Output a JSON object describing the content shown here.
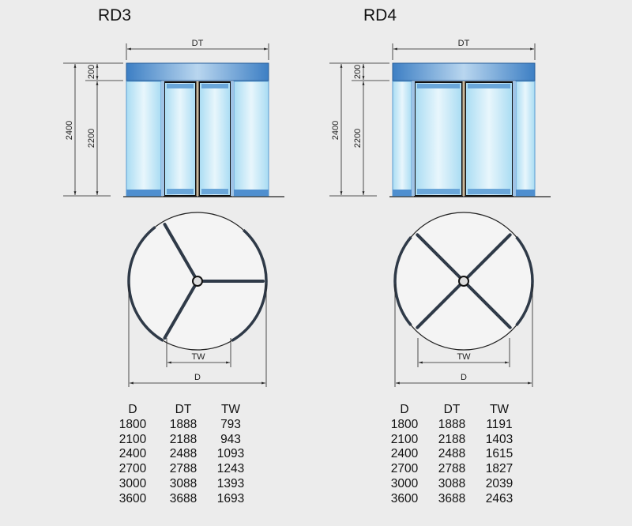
{
  "models": [
    {
      "title": "RD3",
      "wings": 3,
      "labels": {
        "dt": "DT",
        "h_total": "2400",
        "h_top": "200",
        "h_door": "2200",
        "tw": "TW",
        "d": "D"
      },
      "table": {
        "headers": [
          "D",
          "DT",
          "TW"
        ],
        "rows": [
          [
            "1800",
            "1888",
            "793"
          ],
          [
            "2100",
            "2188",
            "943"
          ],
          [
            "2400",
            "2488",
            "1093"
          ],
          [
            "2700",
            "2788",
            "1243"
          ],
          [
            "3000",
            "3088",
            "1393"
          ],
          [
            "3600",
            "3688",
            "1693"
          ]
        ]
      }
    },
    {
      "title": "RD4",
      "wings": 4,
      "labels": {
        "dt": "DT",
        "h_total": "2400",
        "h_top": "200",
        "h_door": "2200",
        "tw": "TW",
        "d": "D"
      },
      "table": {
        "headers": [
          "D",
          "DT",
          "TW"
        ],
        "rows": [
          [
            "1800",
            "1888",
            "1191"
          ],
          [
            "2100",
            "2188",
            "1403"
          ],
          [
            "2400",
            "2488",
            "1615"
          ],
          [
            "2700",
            "2788",
            "1827"
          ],
          [
            "3000",
            "3088",
            "2039"
          ],
          [
            "3600",
            "3688",
            "2463"
          ]
        ]
      }
    }
  ],
  "colors": {
    "glass": "#bfe3f5",
    "frame": "#3d7fc4",
    "wing": "#2f3a48",
    "line": "#222222"
  }
}
